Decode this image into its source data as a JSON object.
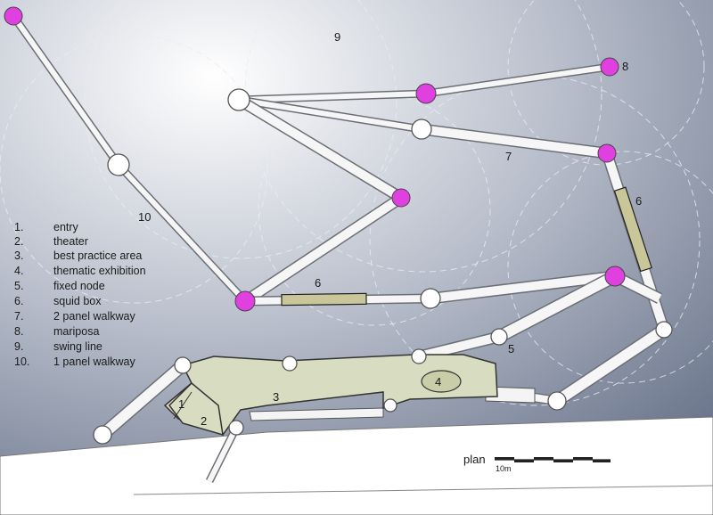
{
  "legend": [
    {
      "num": "1.",
      "text": "entry"
    },
    {
      "num": "2.",
      "text": "theater"
    },
    {
      "num": "3.",
      "text": "best practice area"
    },
    {
      "num": "4.",
      "text": "thematic exhibition"
    },
    {
      "num": "5.",
      "text": "fixed node"
    },
    {
      "num": "6.",
      "text": "squid box"
    },
    {
      "num": "7.",
      "text": "2 panel walkway"
    },
    {
      "num": "8.",
      "text": "mariposa"
    },
    {
      "num": "9.",
      "text": "swing line"
    },
    {
      "num": "10.",
      "text": "1 panel walkway"
    }
  ],
  "labels": {
    "l1": "1",
    "l2": "2",
    "l3": "3",
    "l4": "4",
    "l5": "5",
    "l6a": "6",
    "l6b": "6",
    "l7": "7",
    "l8": "8",
    "l9": "9",
    "l10": "10"
  },
  "scale": {
    "title": "plan",
    "unit": "10m"
  },
  "colors": {
    "background_top": "#ffffff",
    "background_bottom": "#55617a",
    "mariposa": "#e040e0",
    "platform": "#d8dcc0"
  }
}
